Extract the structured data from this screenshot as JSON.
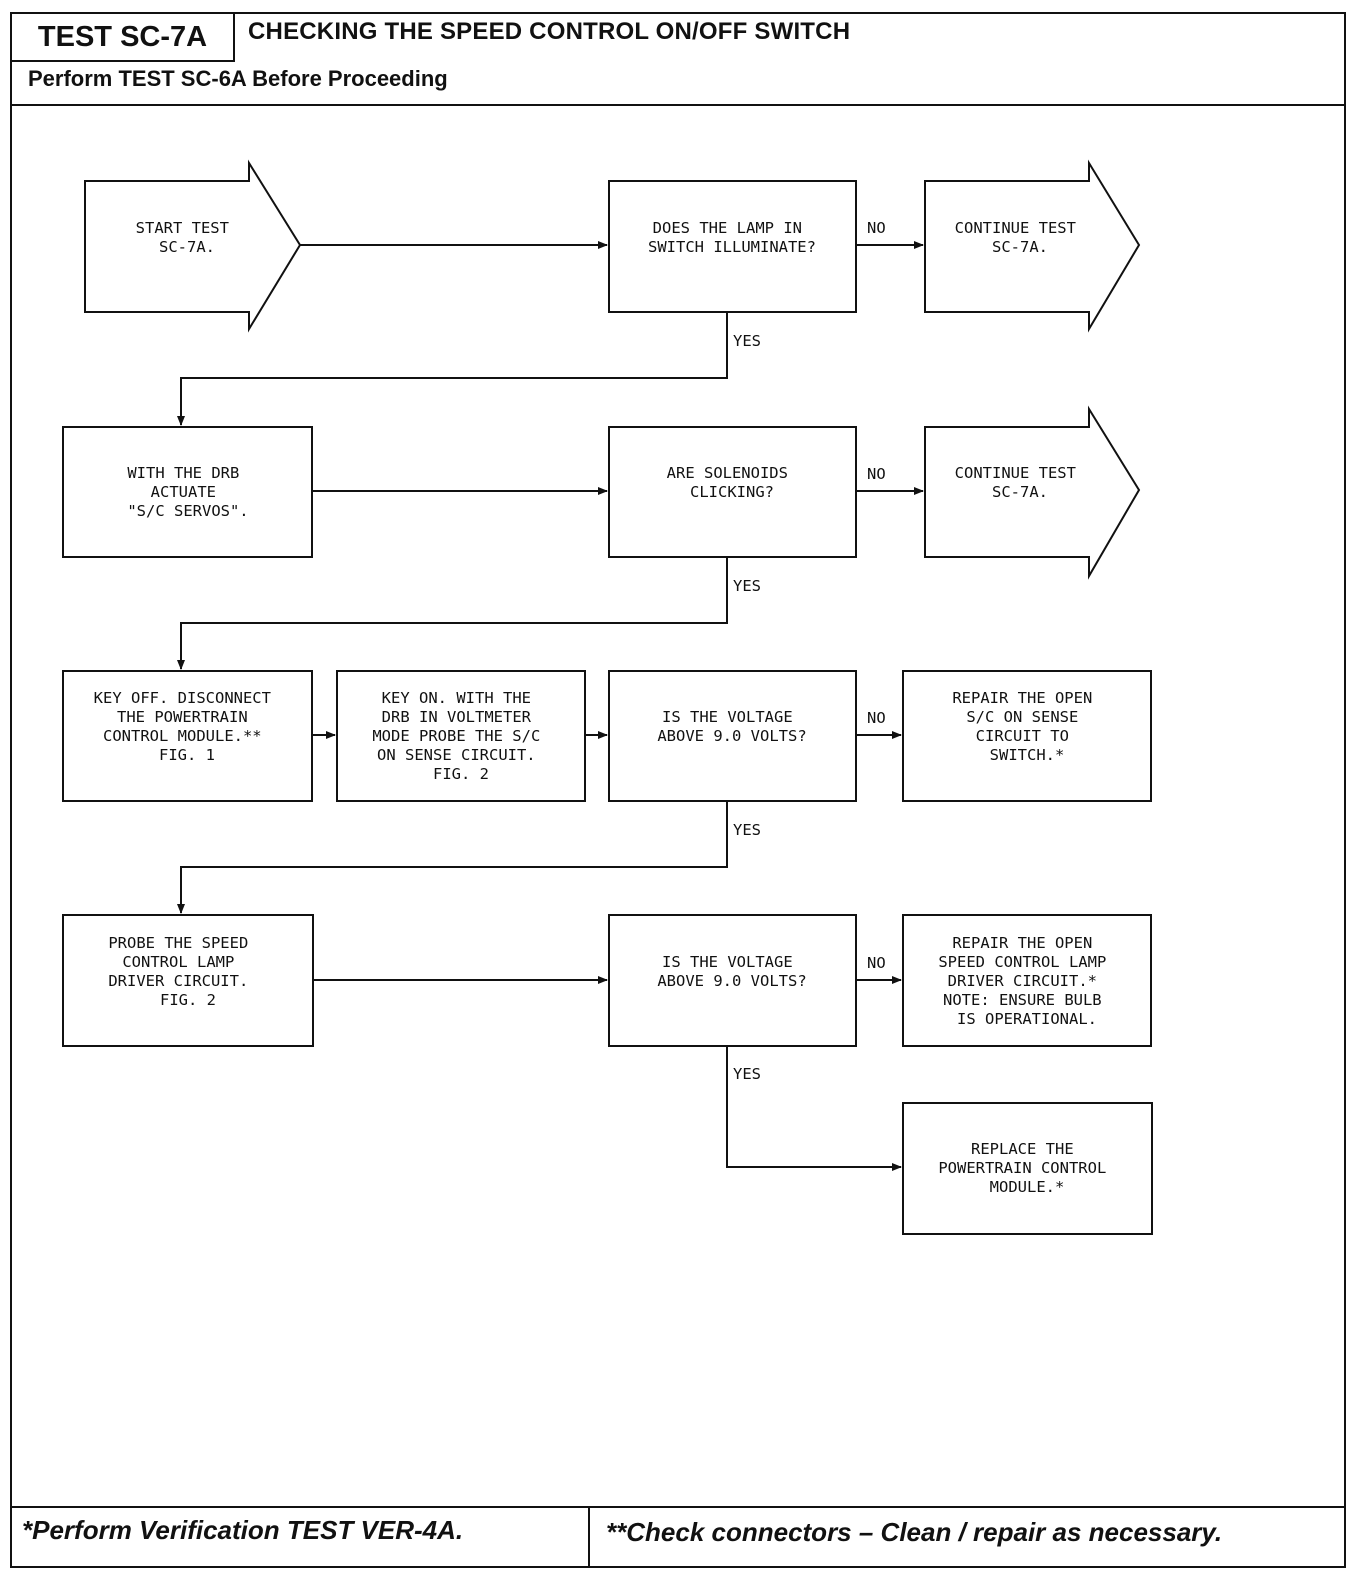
{
  "header": {
    "test_id": "TEST SC-7A",
    "title": "CHECKING THE SPEED CONTROL ON/OFF SWITCH",
    "prerequisite": "Perform TEST SC-6A Before Proceeding"
  },
  "flowchart": {
    "start": [
      "START TEST",
      "SC-7A."
    ],
    "q_lamp": [
      "DOES THE LAMP IN",
      "SWITCH ILLUMINATE?"
    ],
    "continue_1": [
      "CONTINUE TEST",
      "SC-7A."
    ],
    "drb_actuate": [
      "WITH THE DRB",
      "ACTUATE",
      "\"S/C SERVOS\"."
    ],
    "q_solenoids": [
      "ARE SOLENOIDS",
      "CLICKING?"
    ],
    "continue_2": [
      "CONTINUE TEST",
      "SC-7A."
    ],
    "key_off": [
      "KEY OFF. DISCONNECT",
      "THE POWERTRAIN",
      "CONTROL MODULE.**",
      "",
      "FIG. 1"
    ],
    "key_on": [
      "KEY ON. WITH THE",
      "DRB IN VOLTMETER",
      "MODE PROBE THE S/C",
      "ON SENSE CIRCUIT.",
      "FIG. 2"
    ],
    "q_voltage_1": [
      "IS THE VOLTAGE",
      "ABOVE 9.0 VOLTS?"
    ],
    "repair_sense": [
      "REPAIR THE OPEN",
      "S/C ON SENSE",
      "CIRCUIT TO",
      "SWITCH.*"
    ],
    "probe_lamp": [
      "PROBE THE SPEED",
      "CONTROL LAMP",
      "DRIVER CIRCUIT.",
      "",
      "FIG. 2"
    ],
    "q_voltage_2": [
      "IS THE VOLTAGE",
      "ABOVE 9.0 VOLTS?"
    ],
    "repair_lamp": [
      "REPAIR THE OPEN",
      "SPEED CONTROL LAMP",
      "DRIVER CIRCUIT.*",
      "NOTE: ENSURE BULB",
      "IS OPERATIONAL."
    ],
    "replace_pcm": [
      "REPLACE THE",
      "POWERTRAIN CONTROL",
      "MODULE.*"
    ],
    "no_label": "NO",
    "yes_label": "YES"
  },
  "footer": {
    "left": "*Perform  Verification TEST VER-4A.",
    "right": "**Check connectors – Clean / repair as necessary."
  }
}
